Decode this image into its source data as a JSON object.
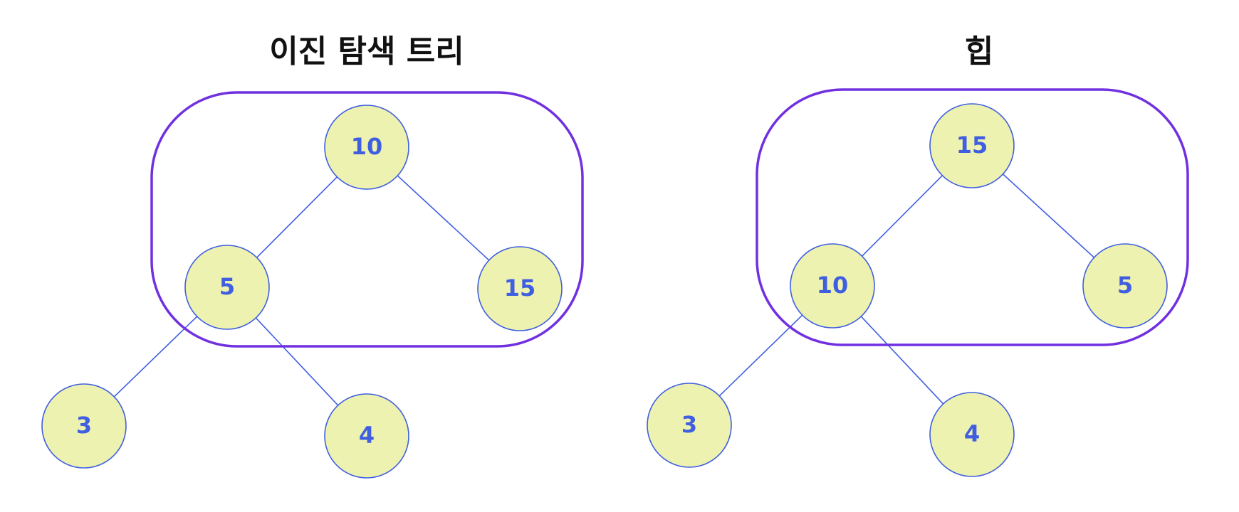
{
  "colors": {
    "background": "#ffffff",
    "node_fill": "#eef2b0",
    "node_stroke": "#3f5fe0",
    "node_text": "#3f5fe0",
    "edge": "#3f5fe0",
    "highlight_box": "#7130e0",
    "title_text": "#111111"
  },
  "diagrams": [
    {
      "title": "이진 탐색 트리",
      "nodes": [
        {
          "id": "root",
          "label": "10"
        },
        {
          "id": "left",
          "label": "5"
        },
        {
          "id": "right",
          "label": "15"
        },
        {
          "id": "left-left",
          "label": "3"
        },
        {
          "id": "left-right",
          "label": "4"
        }
      ],
      "edges": [
        [
          "root",
          "left"
        ],
        [
          "root",
          "right"
        ],
        [
          "left",
          "left-left"
        ],
        [
          "left",
          "left-right"
        ]
      ],
      "highlighted_nodes": [
        "root",
        "left",
        "right"
      ]
    },
    {
      "title": "힙",
      "nodes": [
        {
          "id": "root",
          "label": "15"
        },
        {
          "id": "left",
          "label": "10"
        },
        {
          "id": "right",
          "label": "5"
        },
        {
          "id": "left-left",
          "label": "3"
        },
        {
          "id": "left-right",
          "label": "4"
        }
      ],
      "edges": [
        [
          "root",
          "left"
        ],
        [
          "root",
          "right"
        ],
        [
          "left",
          "left-left"
        ],
        [
          "left",
          "left-right"
        ]
      ],
      "highlighted_nodes": [
        "root",
        "left",
        "right"
      ]
    }
  ]
}
